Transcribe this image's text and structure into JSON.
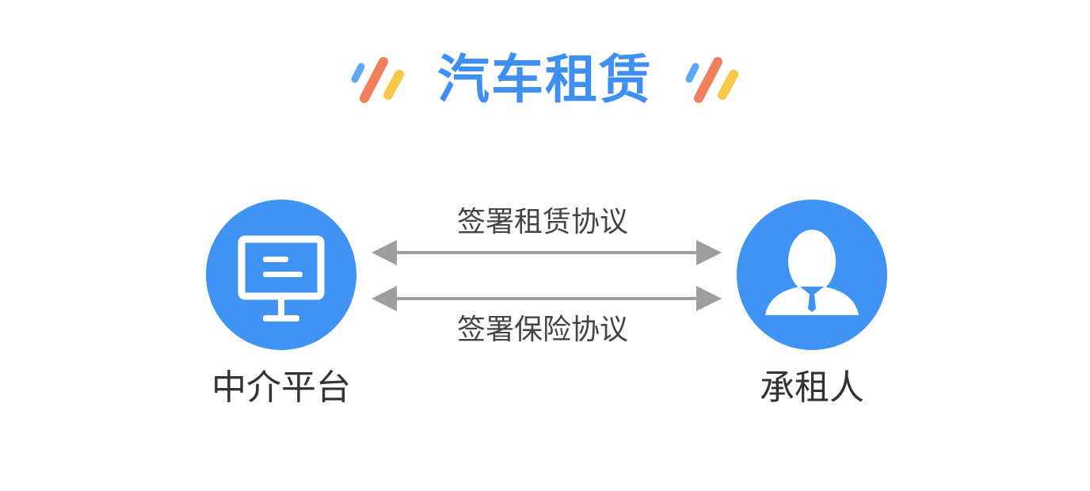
{
  "diagram": {
    "title": "汽车租赁",
    "nodes": [
      {
        "id": "platform",
        "label": "中介平台",
        "icon": "monitor-icon"
      },
      {
        "id": "tenant",
        "label": "承租人",
        "icon": "person-icon"
      }
    ],
    "edges": [
      {
        "from": "platform",
        "to": "tenant",
        "label": "签署租赁协议",
        "direction": "bidirectional"
      },
      {
        "from": "platform",
        "to": "tenant",
        "label": "签署保险协议",
        "direction": "bidirectional"
      }
    ]
  },
  "colors": {
    "title": "#3f8ff0",
    "node_fill": "#3f94f3",
    "arrow": "#9e9e9e",
    "deco_blue": "#5aa9f5",
    "deco_orange": "#f07f5a",
    "deco_yellow": "#f7c84a"
  }
}
